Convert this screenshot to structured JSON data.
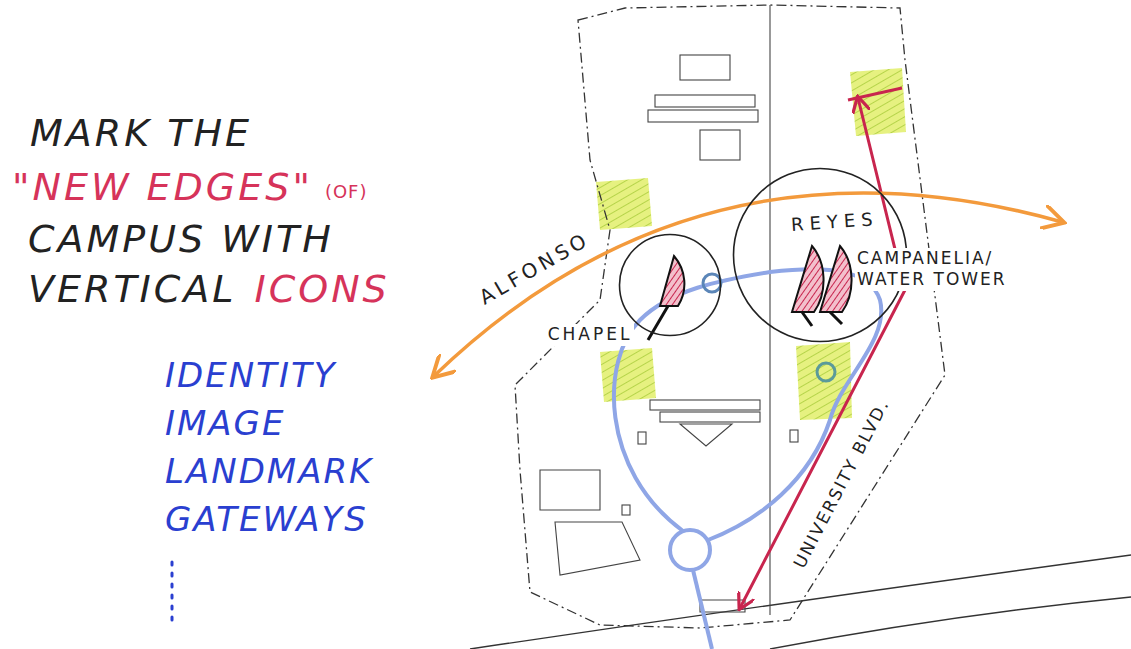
{
  "diagram": {
    "nodes": [
      {
        "text": [
          "ALFONSO",
          "CHAPEL"
        ]
      },
      {
        "text": [
          "REYES",
          "CAMPANELIA/ WATER TOWER"
        ]
      }
    ],
    "labels": [
      "MARK THE",
      "\"NEW EDGES\"",
      "(OF)",
      "CAMPUS WITH",
      "VERTICAL",
      "ICONS",
      "IDENTITY",
      "IMAGE",
      "LANDMARK",
      "GATEWAYS",
      "UNIVERSITY BLVD."
    ]
  }
}
